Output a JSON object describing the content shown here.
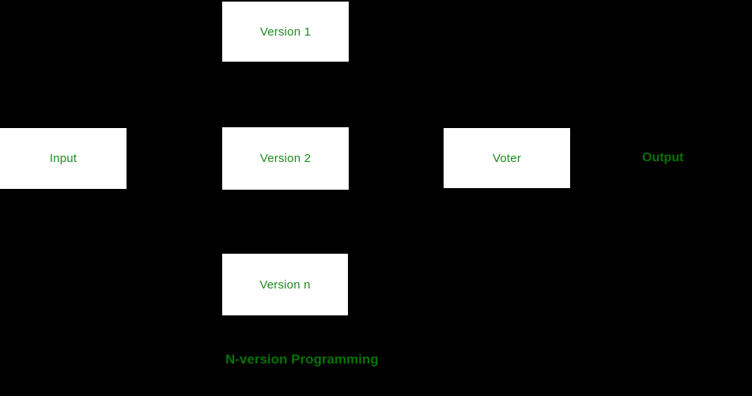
{
  "diagram": {
    "caption": "N-version Programming",
    "colors": {
      "background": "#000000",
      "box_background": "#ffffff",
      "box_label_green": "#1f8b1f",
      "dark_label_green": "#067206"
    },
    "nodes": [
      {
        "id": "input",
        "label": "Input"
      },
      {
        "id": "version-1",
        "label": "Version 1"
      },
      {
        "id": "version-2",
        "label": "Version 2"
      },
      {
        "id": "version-n",
        "label": "Version n"
      },
      {
        "id": "voter",
        "label": "Voter"
      }
    ],
    "output_label": "Output"
  }
}
